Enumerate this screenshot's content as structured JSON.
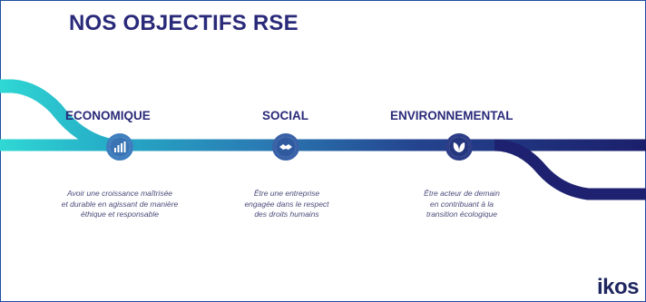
{
  "title": "NOS OBJECTIFS RSE",
  "pillars": [
    {
      "heading": "ECONOMIQUE",
      "icon": "bar-chart-icon",
      "description_lines": [
        "Avoir une croissance maîtrisée",
        "et durable en agissant de manière",
        "éthique et responsable"
      ]
    },
    {
      "heading": "SOCIAL",
      "icon": "handshake-icon",
      "description_lines": [
        "Être une entreprise",
        "engagée dans le respect",
        "des droits humains"
      ]
    },
    {
      "heading": "ENVIRONNEMENTAL",
      "icon": "leaves-icon",
      "description_lines": [
        "Être acteur de demain",
        "en contribuant à la",
        "transition écologique"
      ]
    }
  ],
  "logo": "ikos",
  "colors": {
    "title": "#2a2a7a",
    "line_start": "#2fd3d0",
    "line_end": "#1b1f6b"
  }
}
